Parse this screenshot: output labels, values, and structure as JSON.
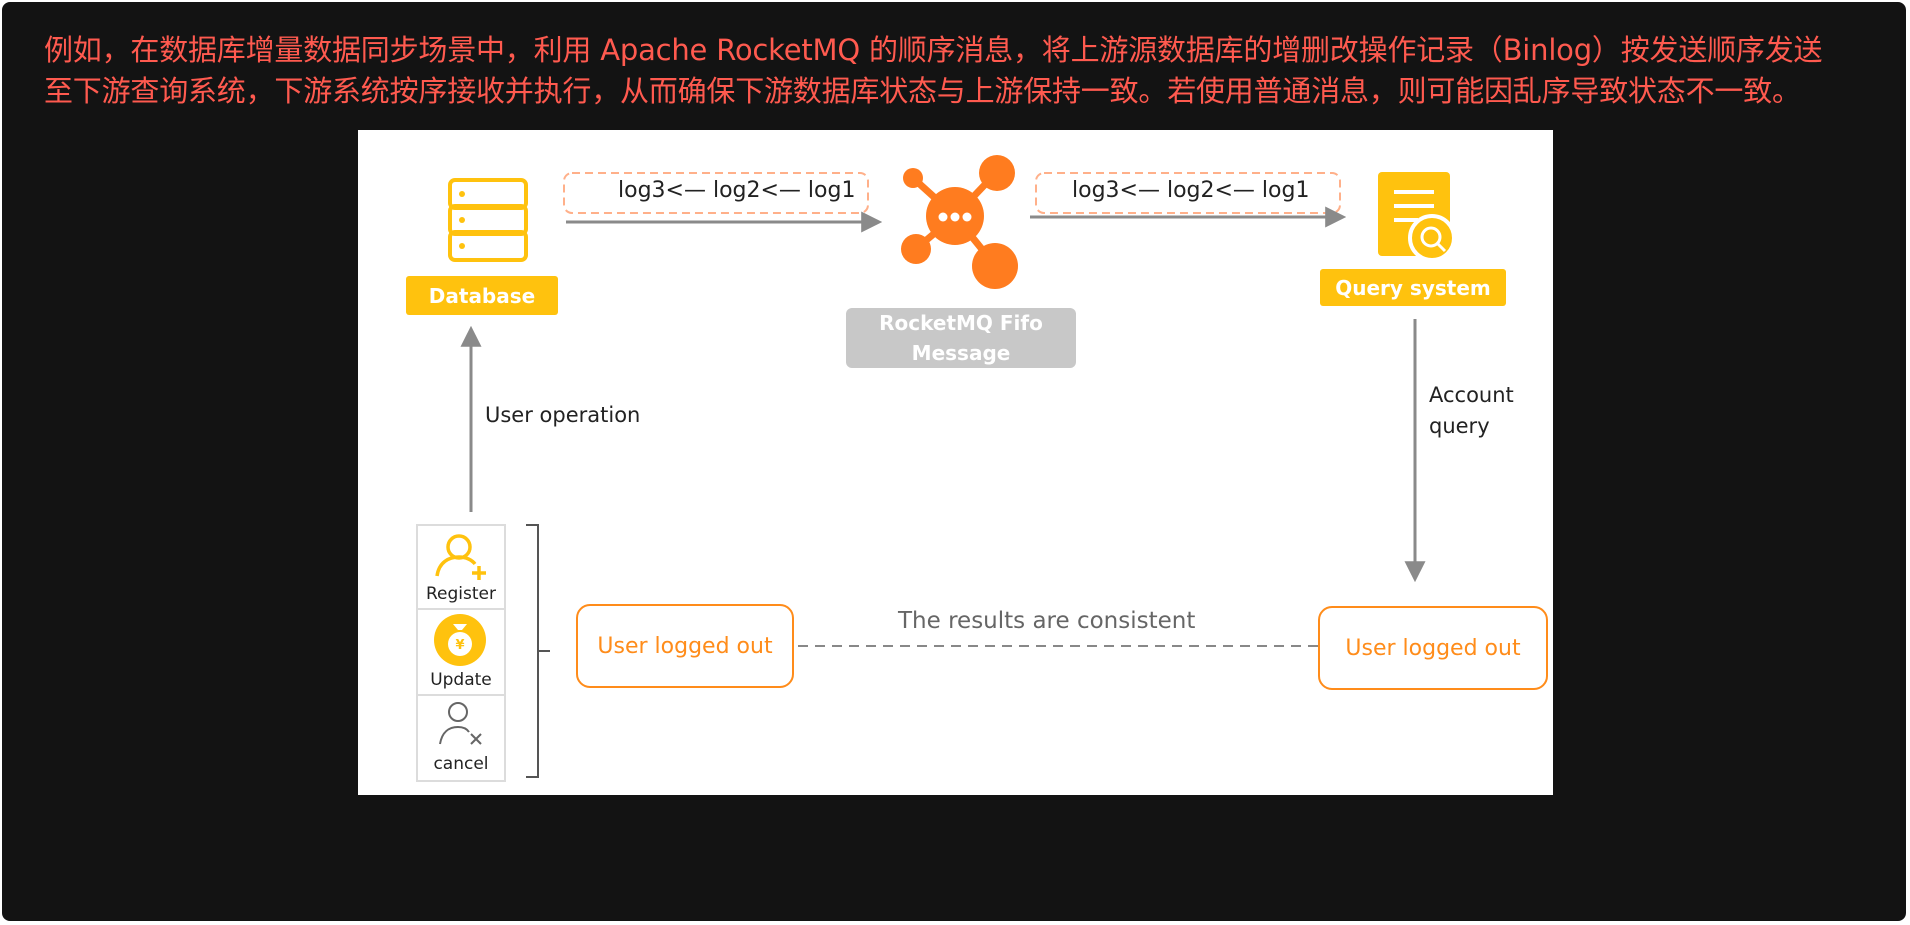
{
  "caption": {
    "line1": "例如，在数据库增量数据同步场景中，利用 Apache RocketMQ 的顺序消息，将上游源数据库的增删改操作记录（Binlog）按发送顺序发送",
    "line2": "至下游查询系统，下游系统按序接收并执行，从而确保下游数据库状态与上游保持一致。若使用普通消息，则可能因乱序导致状态不一致。"
  },
  "diagram": {
    "database_label": "Database",
    "log_sequence_left": "log3<— log2<— log1",
    "log_sequence_right": "log3<— log2<— log1",
    "broker_label_line1": "RocketMQ Fifo",
    "broker_label_line2": "Message",
    "query_system_label": "Query system",
    "user_operation_label": "User operation",
    "account_query_line1": "Account",
    "account_query_line2": "query",
    "operations": [
      {
        "label": "Register",
        "icon": "user-add-icon"
      },
      {
        "label": "Update",
        "icon": "money-bag-icon"
      },
      {
        "label": "cancel",
        "icon": "user-remove-icon"
      }
    ],
    "state_left": "User logged out",
    "state_right": "User logged out",
    "consistency_label": "The results are consistent"
  },
  "colors": {
    "background": "#131313",
    "caption_text": "#ff5a4f",
    "accent_yellow": "#ffc20e",
    "accent_orange": "#ff8c1a",
    "broker_grey": "#c8c8c8",
    "arrow_grey": "#8a8a8a"
  }
}
